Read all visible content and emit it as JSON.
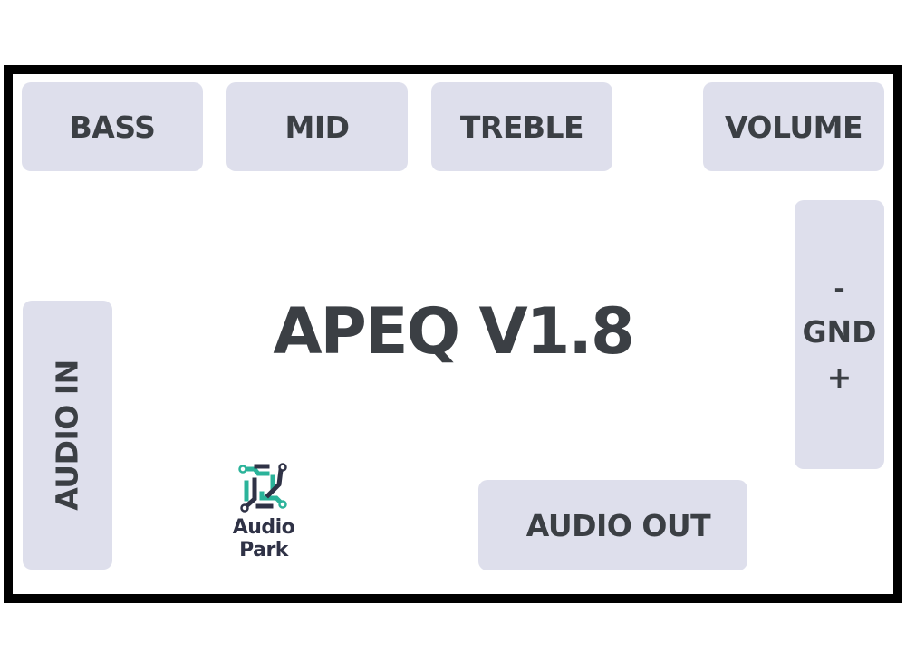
{
  "board": {
    "title": "APEQ V1.8",
    "controls": [
      {
        "label": "BASS"
      },
      {
        "label": "MID"
      },
      {
        "label": "TREBLE"
      },
      {
        "label": "VOLUME"
      }
    ],
    "power": {
      "minus": "-",
      "label": "GND",
      "plus": "+"
    },
    "audio_in": {
      "label": "AUDIO IN"
    },
    "audio_out": {
      "label": "AUDIO OUT"
    }
  },
  "logo": {
    "icon": "circuit-logo-icon",
    "line1": "Audio",
    "line2": "Park",
    "colors": {
      "teal": "#2bb39a",
      "navy": "#2f3246"
    }
  },
  "colors": {
    "frame": "#000000",
    "box_fill": "#dedfec",
    "text": "#3b3f44",
    "background": "#ffffff"
  }
}
